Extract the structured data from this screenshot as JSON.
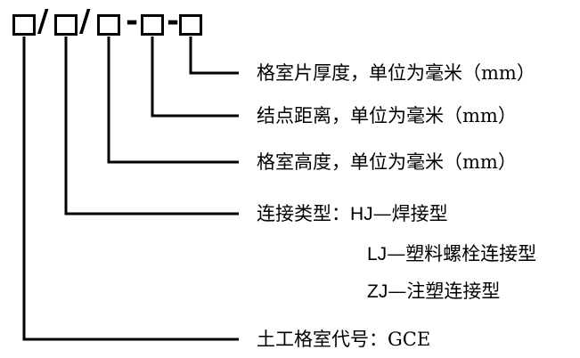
{
  "code_format": {
    "separators": [
      "/",
      "/",
      "-",
      "-"
    ]
  },
  "legend": {
    "thickness": "格室片厚度，单位为毫米（mm）",
    "node_distance": "结点距离，单位为毫米（mm）",
    "height": "格室高度，单位为毫米（mm）",
    "connection_type": {
      "label": "连接类型：",
      "options": [
        {
          "code": "HJ",
          "dash": "—",
          "name": "焊接型"
        },
        {
          "code": "LJ",
          "dash": "—",
          "name": "塑料螺栓连接型"
        },
        {
          "code": "ZJ",
          "dash": "—",
          "name": "注塑连接型"
        }
      ]
    },
    "geocell_code": "土工格室代号：GCE"
  }
}
